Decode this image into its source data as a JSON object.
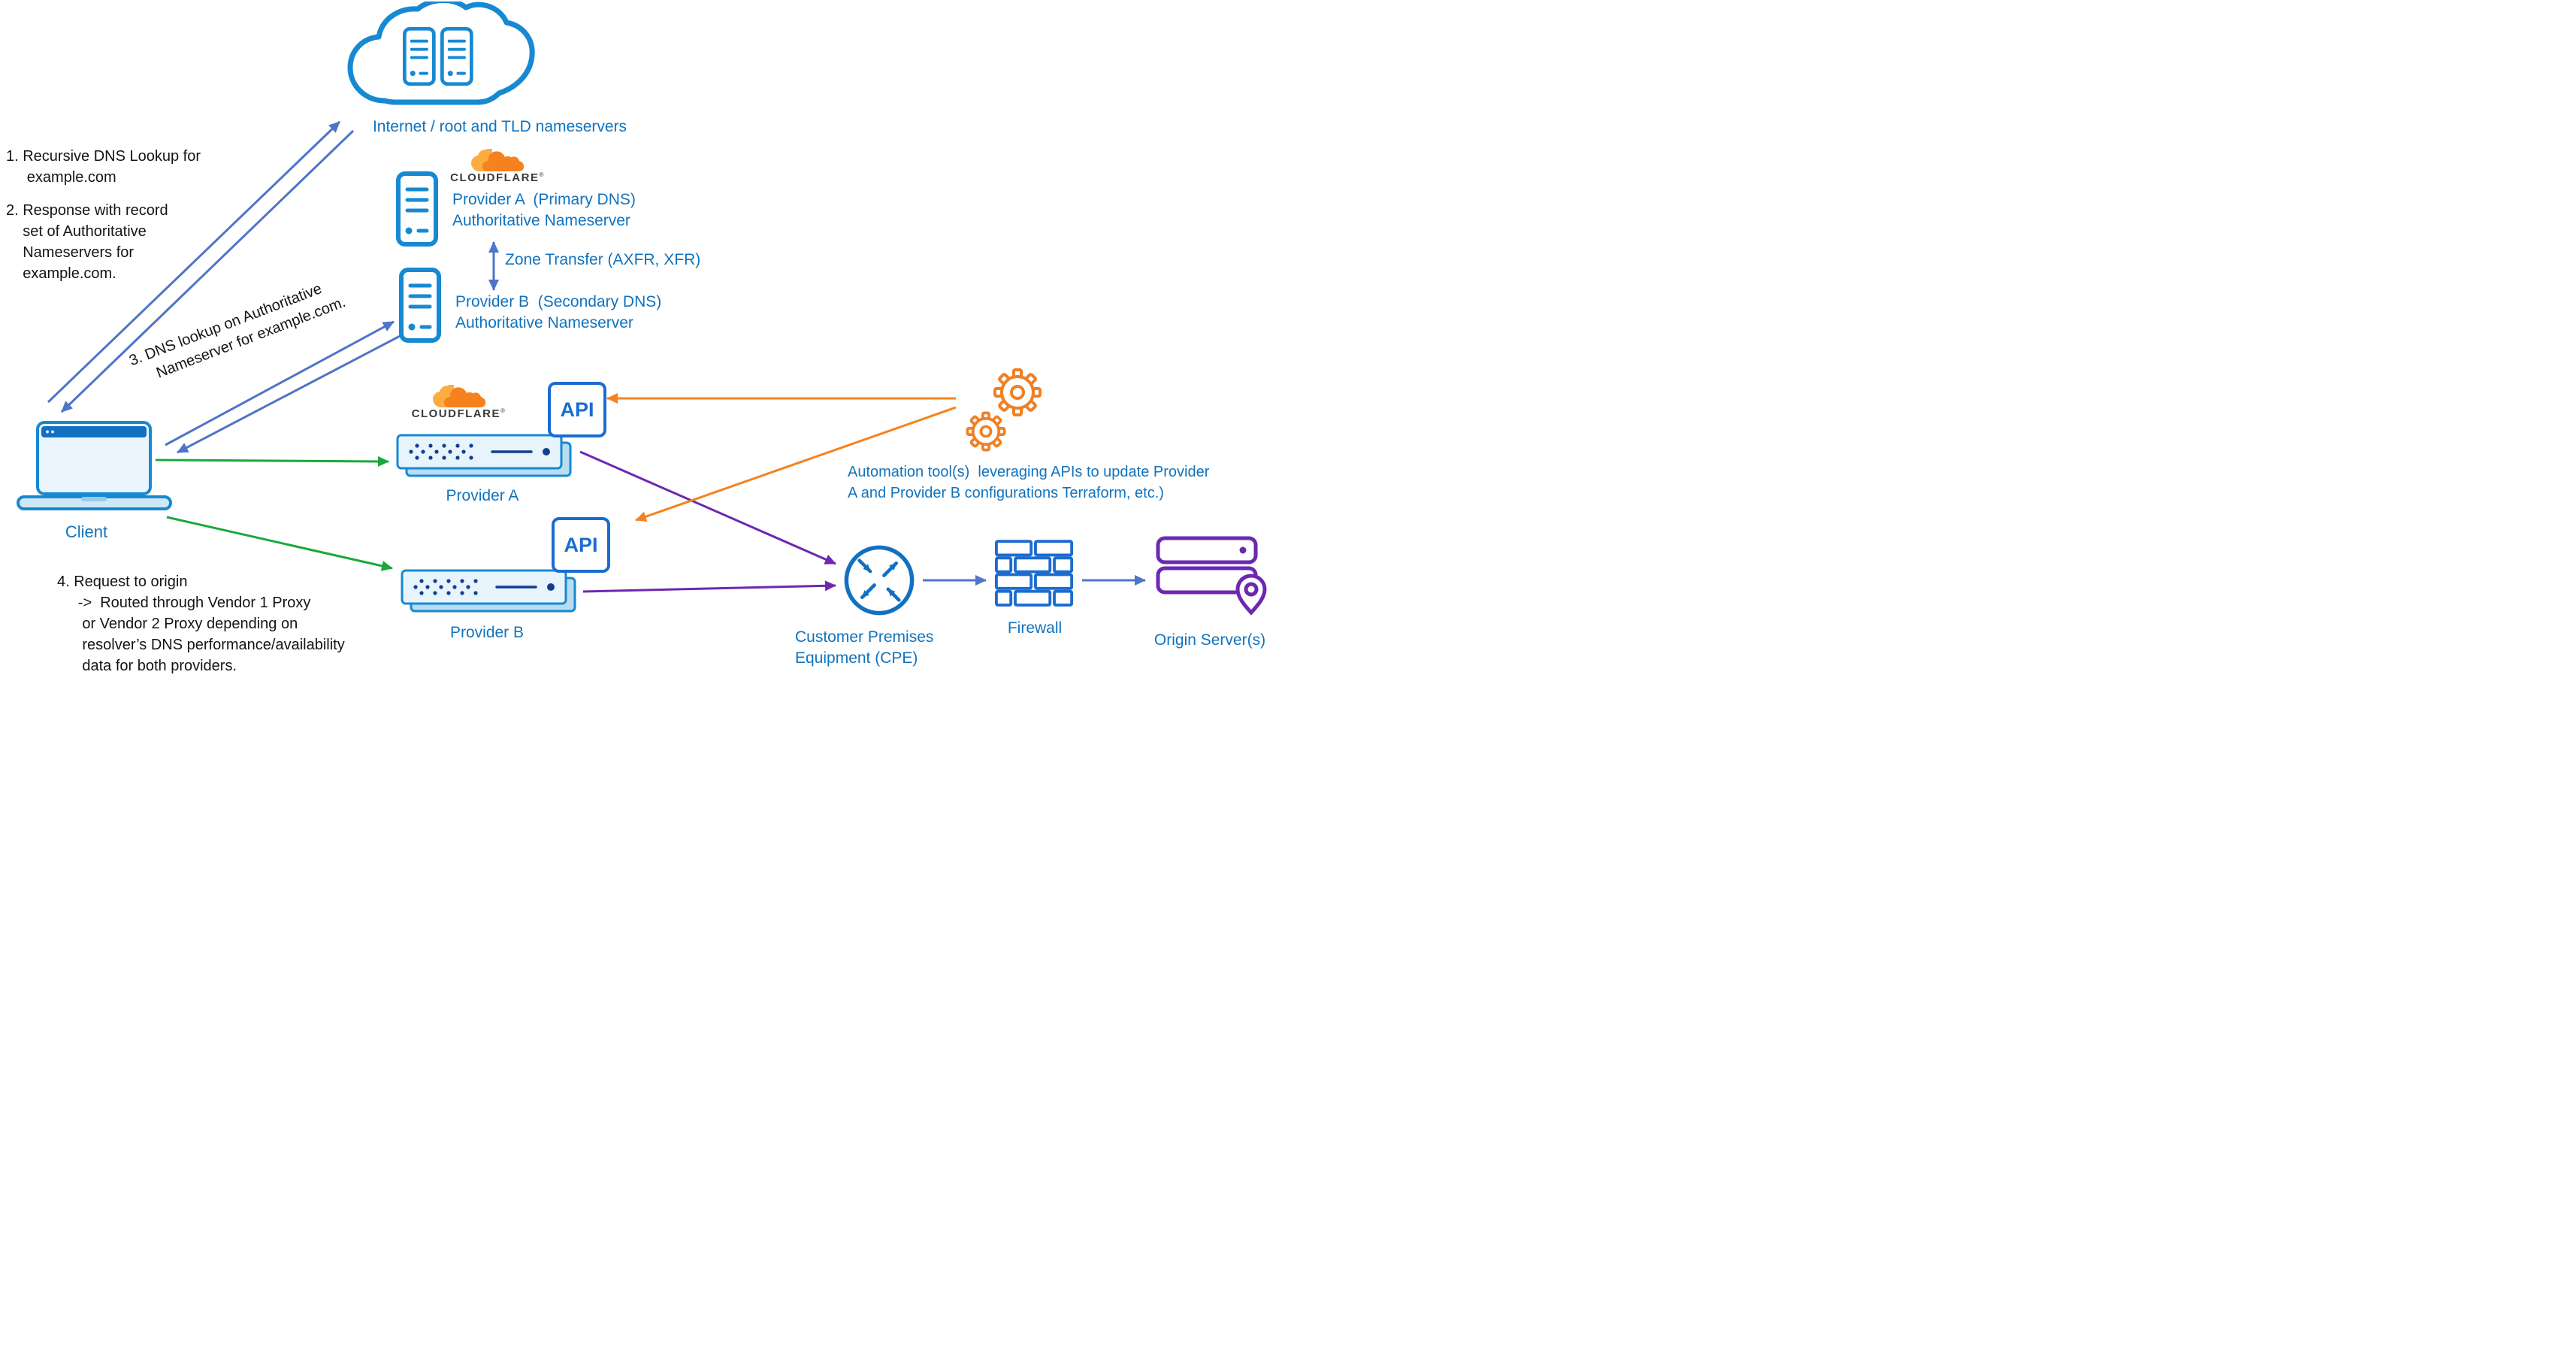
{
  "colors": {
    "blue_text": "#1173bd",
    "icon_blue": "#1789d2",
    "arrow_slate": "#4f74c8",
    "green": "#1aa83c",
    "orange": "#f6821f",
    "purple": "#6d28b0",
    "navy": "#123d91",
    "api_blue": "#1b6cd0"
  },
  "cloud": {
    "label": "Internet / root and TLD nameservers"
  },
  "notes": {
    "step1": "1. Recursive DNS Lookup for\n     example.com",
    "step2": "2. Response with record\n    set of Authoritative\n    Nameservers for\n    example.com.",
    "step3": "3. DNS lookup on Authoritative\n     Nameserver for example.com.",
    "step4": "4. Request to origin\n     ->  Routed through Vendor 1 Proxy\n      or Vendor 2 Proxy depending on\n      resolver’s DNS performance/availability\n      data for both providers."
  },
  "client": {
    "label": "Client"
  },
  "cloudflare": {
    "brand": "CLOUDFLARE",
    "mark": "®"
  },
  "provider_a_ns": {
    "label": "Provider A  (Primary DNS)\nAuthoritative Nameserver"
  },
  "provider_b_ns": {
    "label": "Provider B  (Secondary DNS)\nAuthoritative Nameserver"
  },
  "zone_transfer": {
    "label": "Zone Transfer (AXFR, XFR)"
  },
  "proxy_a": {
    "label": "Provider A",
    "api": "API"
  },
  "proxy_b": {
    "label": "Provider B",
    "api": "API"
  },
  "automation": {
    "label": "Automation tool(s)  leveraging APIs to update Provider\nA and Provider B configurations Terraform, etc.)"
  },
  "cpe": {
    "label": "Customer Premises\nEquipment (CPE)"
  },
  "firewall": {
    "label": "Firewall"
  },
  "origin": {
    "label": "Origin Server(s)"
  }
}
